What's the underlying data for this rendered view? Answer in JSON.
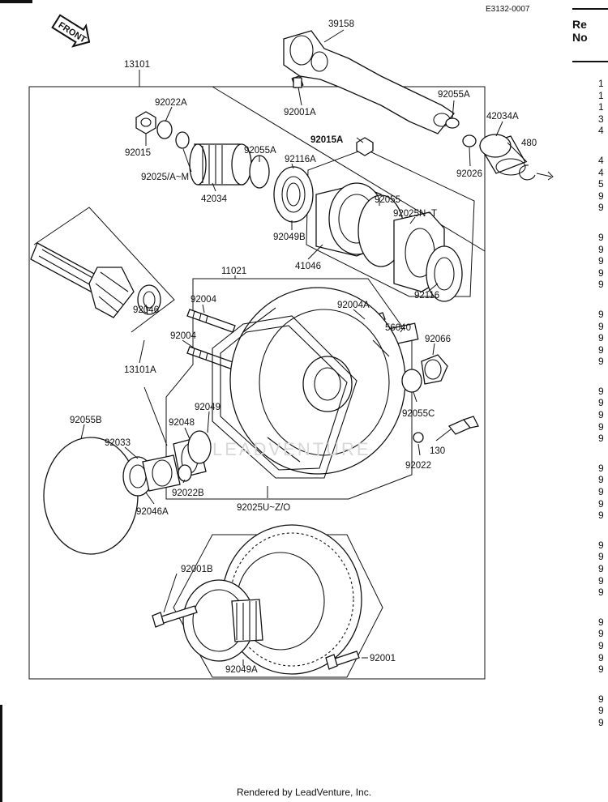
{
  "diagram_code": "E3132-0007",
  "front_label": "FRONT",
  "header_line1": "Re",
  "header_line2": "No",
  "ref_fragments": [
    "1",
    "1",
    "1",
    "3",
    "4",
    "4",
    "4",
    "5",
    "9",
    "9",
    "9",
    "9",
    "9",
    "9",
    "9",
    "9",
    "9",
    "9",
    "9",
    "9",
    "9",
    "9",
    "9",
    "9",
    "9",
    "9",
    "9",
    "9",
    "9",
    "9",
    "9",
    "9",
    "9",
    "9",
    "9",
    "9",
    "9",
    "9",
    "9",
    "9",
    "9",
    "9",
    "9"
  ],
  "watermark": "LEADVENTURE",
  "footer": "Rendered by LeadVenture, Inc.",
  "labels": {
    "p39158": "39158",
    "p13101": "13101",
    "p92001A": "92001A",
    "p92055A": "92055A",
    "p42034A": "42034A",
    "p480": "480",
    "p92026": "92026",
    "p92022A": "92022A",
    "p92015": "92015",
    "p92015A": "92015A",
    "p92025AM": "92025/A~M",
    "p92055A_2": "92055A",
    "p92116A": "92116A",
    "p42034": "42034",
    "p92049B": "92049B",
    "p92055": "92055",
    "p92025NT": "92025N~T",
    "p41046": "41046",
    "p11021": "11021",
    "p92116": "92116",
    "p92004": "92004",
    "p92004A": "92004A",
    "p56040": "56040",
    "p92046": "92046",
    "p92004_2": "92004",
    "p92066": "92066",
    "p13101A": "13101A",
    "p92049": "92049",
    "p92055C": "92055C",
    "p92055B": "92055B",
    "p92048": "92048",
    "p130": "130",
    "p92033": "92033",
    "p92022": "92022",
    "p92022B": "92022B",
    "p92046A": "92046A",
    "p92025UZO": "92025U~Z/O",
    "p92001B": "92001B",
    "p92001": "92001",
    "p92049A": "92049A"
  }
}
